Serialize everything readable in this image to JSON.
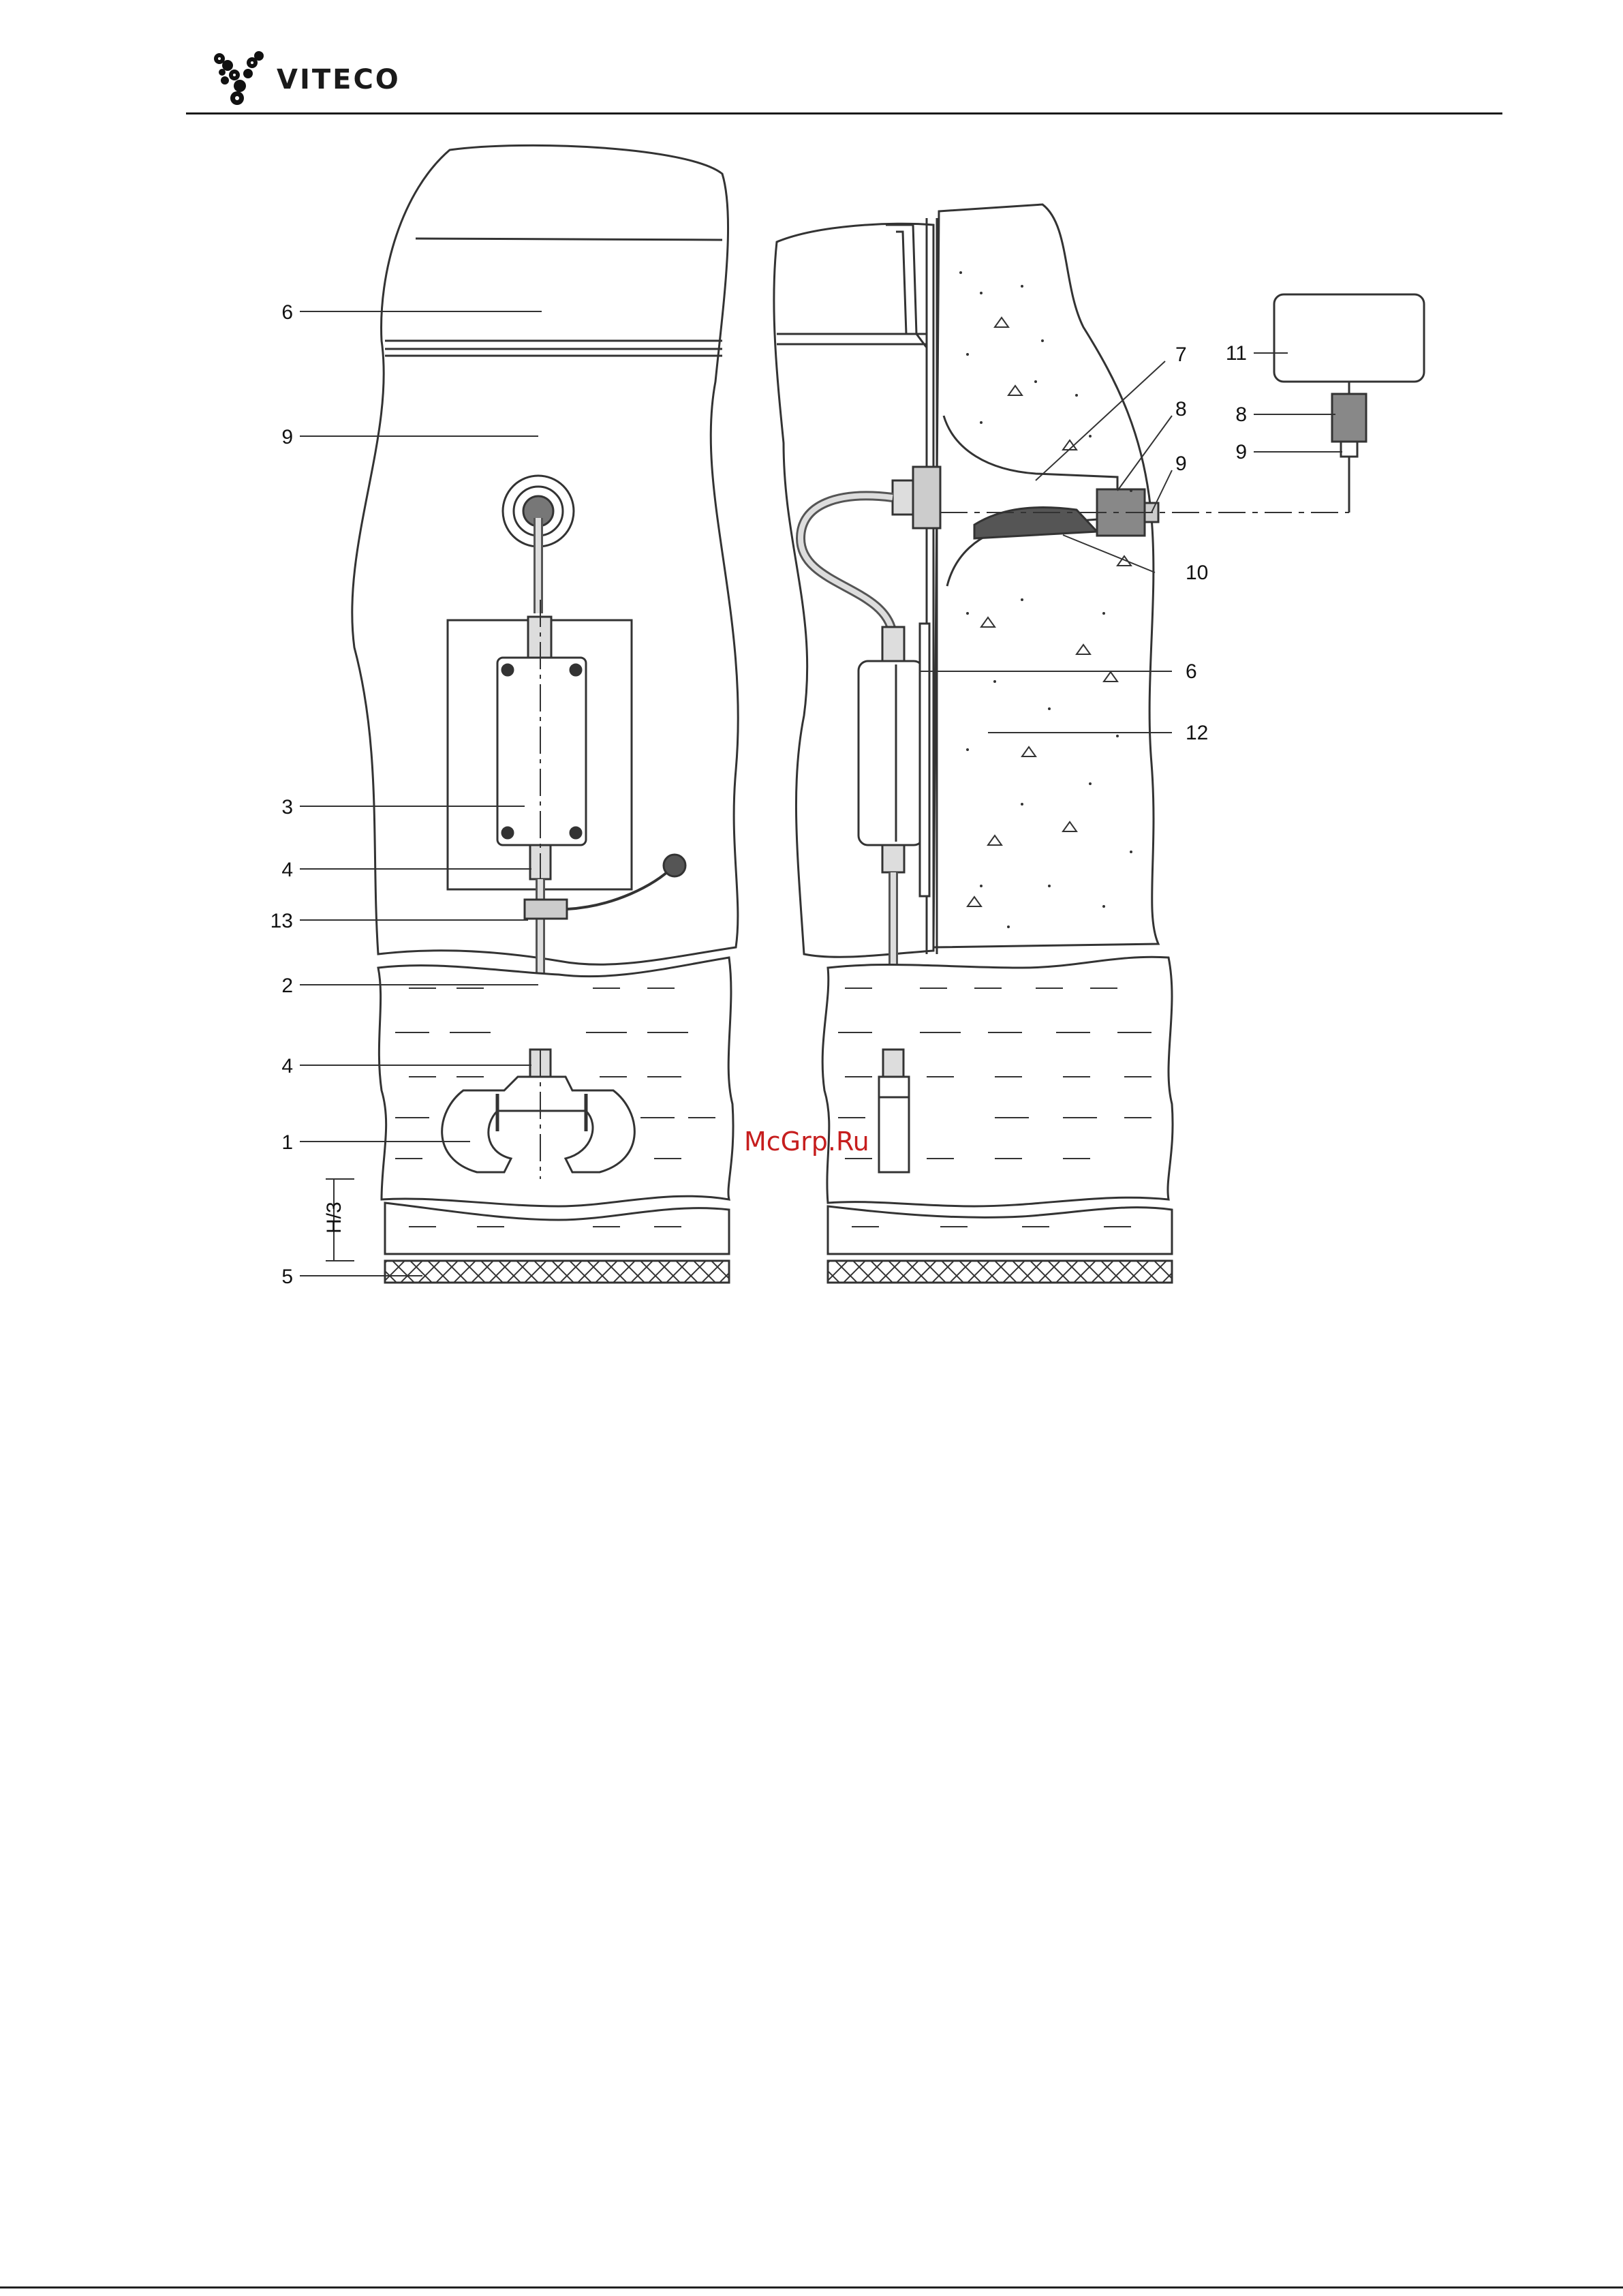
{
  "header": {
    "brand_name": "VITECO",
    "logo_icon": "viteco-logo-icon"
  },
  "diagram": {
    "left_view_labels": [
      "6",
      "9",
      "3",
      "4",
      "13",
      "2",
      "4",
      "1",
      "5"
    ],
    "dimension_label": "H/3",
    "right_view_labels": [
      "7",
      "8",
      "9",
      "10",
      "6",
      "12"
    ],
    "detail_labels": [
      "11",
      "8",
      "9"
    ]
  },
  "watermark": "McGrp.Ru"
}
